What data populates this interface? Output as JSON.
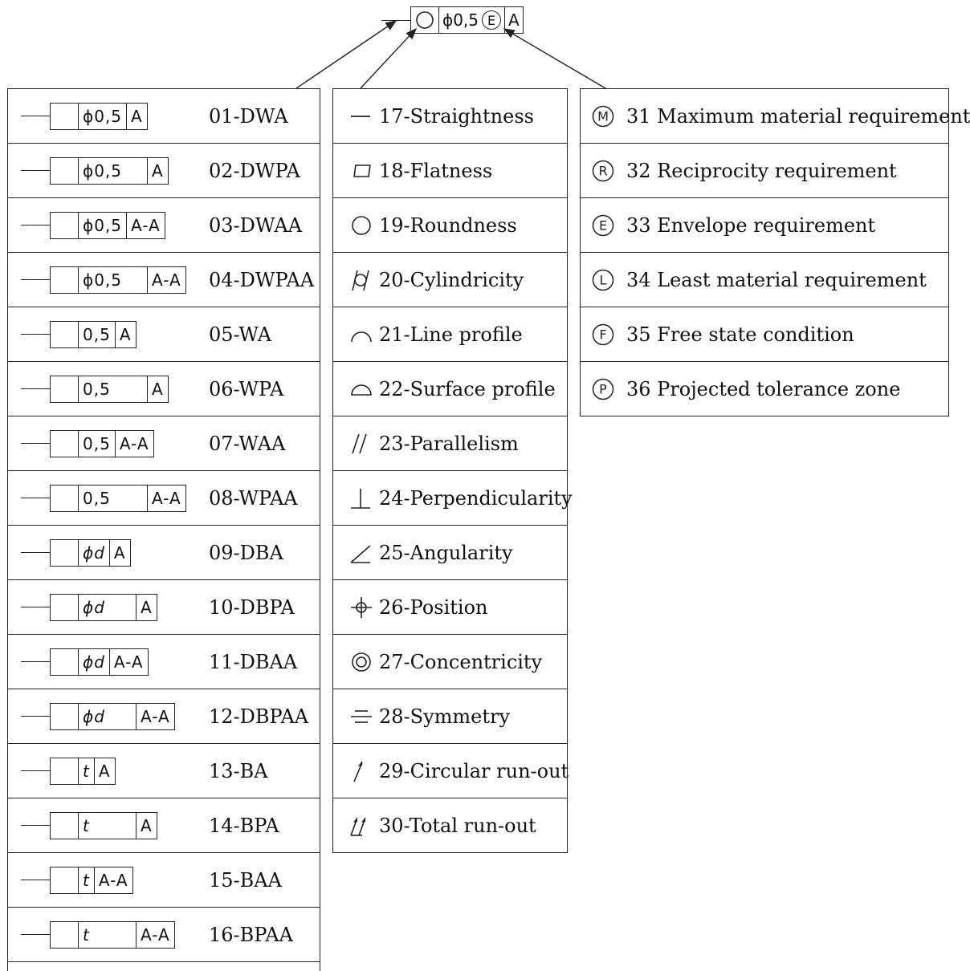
{
  "top_frame": {
    "tolerance": "ϕ0,5",
    "modifier": "E",
    "datum": "A"
  },
  "col1": [
    {
      "label": "01-DWA",
      "tol": "ϕ0,5",
      "datum": "A",
      "wide": false
    },
    {
      "label": "02-DWPA",
      "tol": "ϕ0,5",
      "datum": "A",
      "wide": true
    },
    {
      "label": "03-DWAA",
      "tol": "ϕ0,5",
      "datum": "A-A",
      "wide": false
    },
    {
      "label": "04-DWPAA",
      "tol": "ϕ0,5",
      "datum": "A-A",
      "wide": true
    },
    {
      "label": "05-WA",
      "tol": "0,5",
      "datum": "A",
      "wide": false
    },
    {
      "label": "06-WPA",
      "tol": "0,5",
      "datum": "A",
      "wide": true
    },
    {
      "label": "07-WAA",
      "tol": "0,5",
      "datum": "A-A",
      "wide": false
    },
    {
      "label": "08-WPAA",
      "tol": "0,5",
      "datum": "A-A",
      "wide": true
    },
    {
      "label": "09-DBA",
      "tol": "ϕd",
      "datum": "A",
      "wide": false
    },
    {
      "label": "10-DBPA",
      "tol": "ϕd",
      "datum": "A",
      "wide": true
    },
    {
      "label": "11-DBAA",
      "tol": "ϕd",
      "datum": "A-A",
      "wide": false
    },
    {
      "label": "12-DBPAA",
      "tol": "ϕd",
      "datum": "A-A",
      "wide": true
    },
    {
      "label": "13-BA",
      "tol": "t",
      "datum": "A",
      "wide": false
    },
    {
      "label": "14-BPA",
      "tol": "t",
      "datum": "A",
      "wide": true
    },
    {
      "label": "15-BAA",
      "tol": "t",
      "datum": "A-A",
      "wide": false
    },
    {
      "label": "16-BPAA",
      "tol": "t",
      "datum": "A-A",
      "wide": true
    }
  ],
  "col2": [
    {
      "label": "17-Straightness",
      "icon": "straightness-icon"
    },
    {
      "label": "18-Flatness",
      "icon": "flatness-icon"
    },
    {
      "label": "19-Roundness",
      "icon": "roundness-icon"
    },
    {
      "label": "20-Cylindricity",
      "icon": "cylindricity-icon"
    },
    {
      "label": "21-Line profile",
      "icon": "line-profile-icon"
    },
    {
      "label": "22-Surface profile",
      "icon": "surface-profile-icon"
    },
    {
      "label": "23-Parallelism",
      "icon": "parallelism-icon"
    },
    {
      "label": "24-Perpendicularity",
      "icon": "perpendicularity-icon"
    },
    {
      "label": "25-Angularity",
      "icon": "angularity-icon"
    },
    {
      "label": "26-Position",
      "icon": "position-icon"
    },
    {
      "label": "27-Concentricity",
      "icon": "concentricity-icon"
    },
    {
      "label": "28-Symmetry",
      "icon": "symmetry-icon"
    },
    {
      "label": "29-Circular run-out",
      "icon": "circular-runout-icon"
    },
    {
      "label": "30-Total run-out",
      "icon": "total-runout-icon"
    }
  ],
  "col3": [
    {
      "label": "31 Maximum material requirement",
      "letter": "M"
    },
    {
      "label": "32 Reciprocity requirement",
      "letter": "R"
    },
    {
      "label": "33 Envelope requirement",
      "letter": "E"
    },
    {
      "label": "34 Least material requirement",
      "letter": "L"
    },
    {
      "label": "35 Free state condition",
      "letter": "F"
    },
    {
      "label": "36 Projected tolerance zone",
      "letter": "P"
    }
  ]
}
